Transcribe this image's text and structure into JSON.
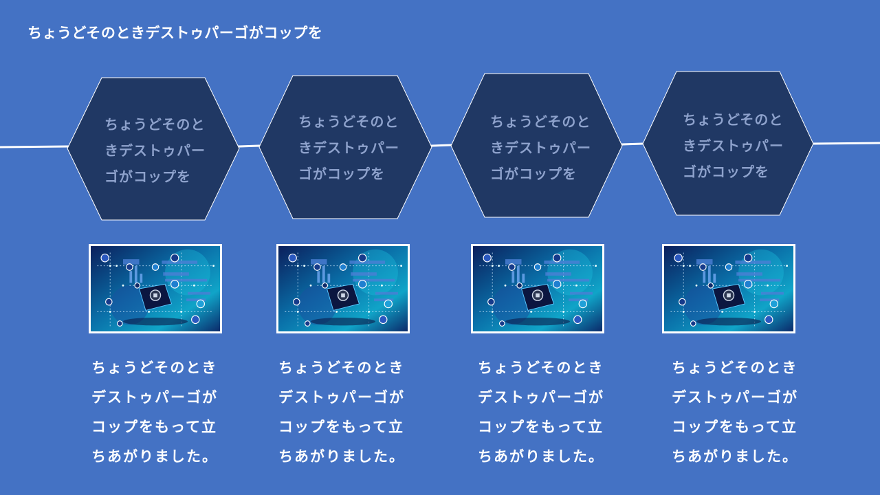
{
  "slide": {
    "title": "ちょうどそのときデストゥパーゴがコップを",
    "colors": {
      "background": "#4472c4",
      "hexagon": "#203864",
      "hexagon_text": "#8ea2cc",
      "timeline": "#ffffff"
    },
    "steps": [
      {
        "hex_lines": [
          "ちょうどそのと",
          "きデストゥパー",
          "ゴがコップを"
        ],
        "image_icon": "circuit-tech-illustration",
        "desc_lines": [
          "ちょうどそのとき",
          "デストゥパーゴが",
          "コップをもって立",
          "ちあがりました。"
        ]
      },
      {
        "hex_lines": [
          "ちょうどそのと",
          "きデストゥパー",
          "ゴがコップを"
        ],
        "image_icon": "circuit-tech-illustration",
        "desc_lines": [
          "ちょうどそのとき",
          "デストゥパーゴが",
          "コップをもって立",
          "ちあがりました。"
        ]
      },
      {
        "hex_lines": [
          "ちょうどそのと",
          "きデストゥパー",
          "ゴがコップを"
        ],
        "image_icon": "circuit-tech-illustration",
        "desc_lines": [
          "ちょうどそのとき",
          "デストゥパーゴが",
          "コップをもって立",
          "ちあがりました。"
        ]
      },
      {
        "hex_lines": [
          "ちょうどそのと",
          "きデストゥパー",
          "ゴがコップを"
        ],
        "image_icon": "circuit-tech-illustration",
        "desc_lines": [
          "ちょうどそのとき",
          "デストゥパーゴが",
          "コップをもって立",
          "ちあがりました。"
        ]
      }
    ]
  }
}
